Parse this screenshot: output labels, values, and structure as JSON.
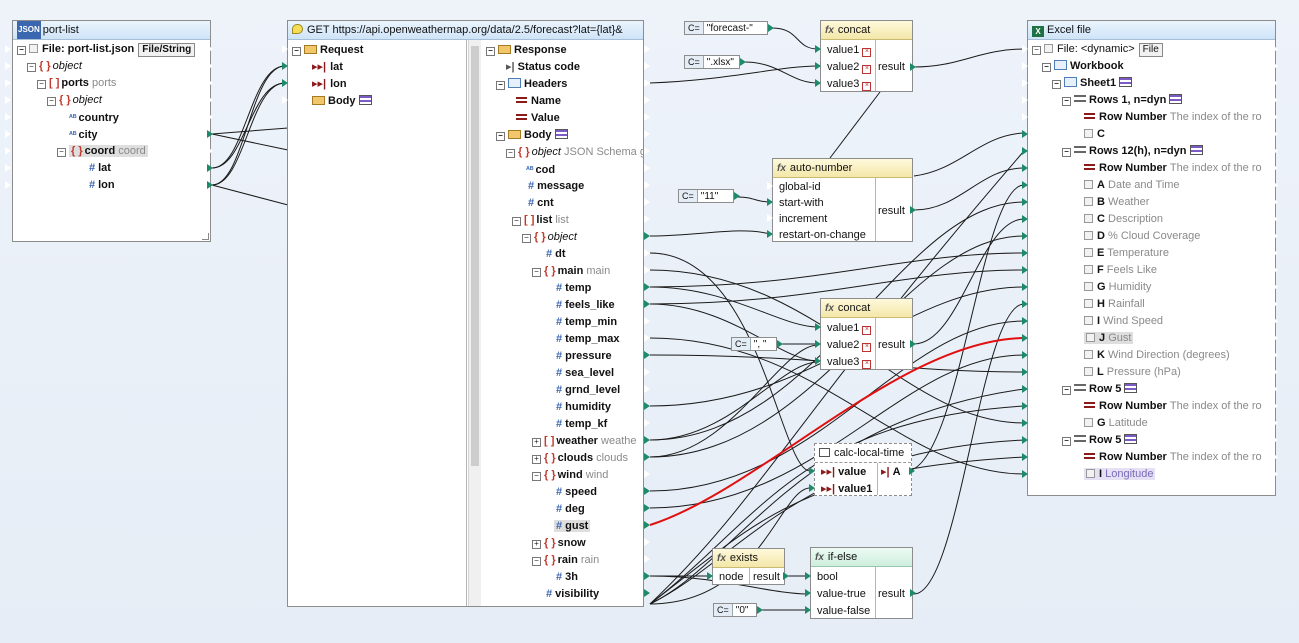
{
  "port_list": {
    "title": "port-list",
    "file_label": "File: port-list.json",
    "file_button": "File/String",
    "rows": [
      "object",
      "ports",
      "ports",
      "object",
      "country",
      "city",
      "coord",
      "coord",
      "lat",
      "lon"
    ]
  },
  "get_request": {
    "title": "GET https://api.openweathermap.org/data/2.5/forecast?lat={lat}&",
    "request": "Request",
    "lat": "lat",
    "lon": "lon",
    "body": "Body",
    "response": "Response",
    "status_code": "Status code",
    "headers": "Headers",
    "name": "Name",
    "value": "Value",
    "body2": "Body",
    "object": "object",
    "json_schema": "JSON Schema g",
    "cod": "cod",
    "message": "message",
    "cnt": "cnt",
    "list": "list",
    "list_gray": "list",
    "list_object": "object",
    "dt": "dt",
    "main": "main",
    "main_gray": "main",
    "temp": "temp",
    "feels_like": "feels_like",
    "temp_min": "temp_min",
    "temp_max": "temp_max",
    "pressure": "pressure",
    "sea_level": "sea_level",
    "grnd_level": "grnd_level",
    "humidity": "humidity",
    "temp_kf": "temp_kf",
    "weather": "weather",
    "weather_gray": "weathe",
    "clouds": "clouds",
    "clouds_gray": "clouds",
    "wind": "wind",
    "wind_gray": "wind",
    "speed": "speed",
    "deg": "deg",
    "gust": "gust",
    "snow": "snow",
    "rain": "rain",
    "rain_gray": "rain",
    "h3": "3h",
    "visibility": "visibility"
  },
  "constants": {
    "forecast": "\"forecast-\"",
    "xlsx": "\".xlsx\"",
    "eleven": "\"11\"",
    "comma": "\", \"",
    "zero": "\"0\"",
    "c_label": "C="
  },
  "concat1": {
    "title": "concat",
    "v1": "value1",
    "v2": "value2",
    "v3": "value3",
    "result": "result"
  },
  "auto_number": {
    "title": "auto-number",
    "global_id": "global-id",
    "start_with": "start-with",
    "increment": "increment",
    "restart": "restart-on-change",
    "result": "result"
  },
  "concat2": {
    "title": "concat",
    "v1": "value1",
    "v2": "value2",
    "v3": "value3",
    "result": "result"
  },
  "calc_local_time": {
    "title": "calc-local-time",
    "value": "value",
    "value1": "value1",
    "out": "A"
  },
  "exists": {
    "title": "exists",
    "node": "node",
    "result": "result"
  },
  "if_else": {
    "title": "if-else",
    "bool": "bool",
    "value_true": "value-true",
    "value_false": "value-false",
    "result": "result"
  },
  "excel": {
    "title": "Excel file",
    "file_label": "File: <dynamic>",
    "file_button": "File",
    "workbook": "Workbook",
    "sheet1": "Sheet1",
    "rows1": "Rows 1, n=dyn",
    "row_number": "Row Number",
    "row_number_desc": "The index of the ro",
    "c": "C",
    "rows12": "Rows 12(h), n=dyn",
    "cols": [
      {
        "l": "A",
        "t": "Date and Time"
      },
      {
        "l": "B",
        "t": "Weather"
      },
      {
        "l": "C",
        "t": "Description"
      },
      {
        "l": "D",
        "t": "% Cloud Coverage"
      },
      {
        "l": "E",
        "t": "Temperature"
      },
      {
        "l": "F",
        "t": "Feels Like"
      },
      {
        "l": "G",
        "t": "Humidity"
      },
      {
        "l": "H",
        "t": "Rainfall"
      },
      {
        "l": "I",
        "t": "Wind Speed"
      },
      {
        "l": "J",
        "t": "Gust"
      },
      {
        "l": "K",
        "t": "Wind Direction (degrees)"
      },
      {
        "l": "L",
        "t": "Pressure (hPa)"
      }
    ],
    "row5a": "Row 5",
    "latitude_l": "G",
    "latitude": "Latitude",
    "row5b": "Row 5",
    "longitude_l": "I",
    "longitude": "Longitude"
  },
  "colors": {
    "wire": "#1a1a1a",
    "highlight_wire": "#e01010",
    "header_blue": "#cfe4f8",
    "header_func": "#f3e7a8"
  }
}
